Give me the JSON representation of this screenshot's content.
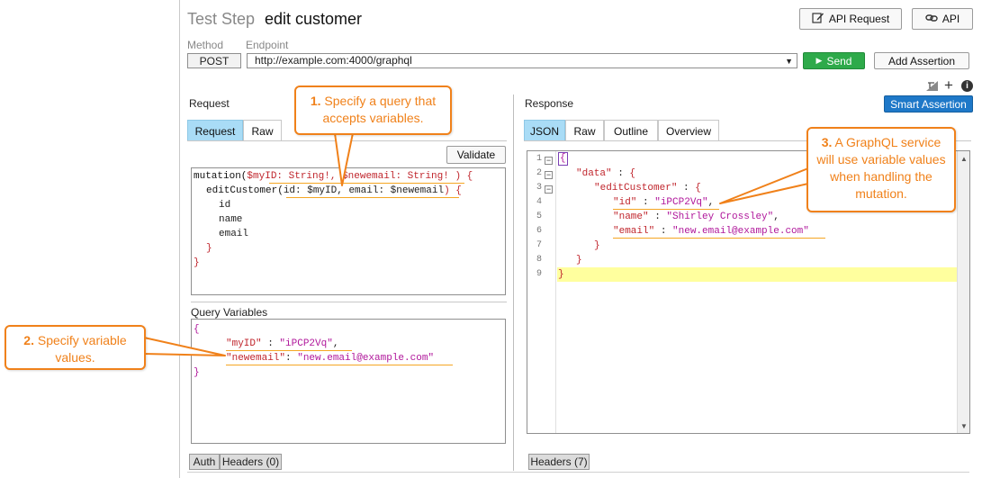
{
  "header": {
    "step_label": "Test Step",
    "step_name": "edit customer",
    "api_request_label": "API Request",
    "api_label": "API"
  },
  "request_line": {
    "method_label": "Method",
    "endpoint_label": "Endpoint",
    "method_value": "POST",
    "endpoint_value": "http://example.com:4000/graphql",
    "send_label": "Send",
    "add_assertion_label": "Add Assertion"
  },
  "request": {
    "section_title": "Request",
    "tabs": [
      "Request",
      "Raw"
    ],
    "validate_label": "Validate",
    "query_variables_label": "Query Variables",
    "bottom_tabs": [
      "Auth",
      "Headers (0)"
    ]
  },
  "response": {
    "section_title": "Response",
    "smart_assertion_label": "Smart Assertion",
    "tabs": [
      "JSON",
      "Raw",
      "Outline",
      "Overview"
    ],
    "line_numbers": [
      "1",
      "2",
      "3",
      "4",
      "5",
      "6",
      "7",
      "8",
      "9"
    ],
    "bottom_tabs": [
      "Headers (7)"
    ]
  },
  "callouts": {
    "c1_num": "1.",
    "c1_text": " Specify a query that accepts variables.",
    "c2_num": "2.",
    "c2_text": " Specify variable values.",
    "c3_num": "3.",
    "c3_text": " A GraphQL service will use variable values when handling the mutation."
  },
  "colors": {
    "callout": "#f0811a",
    "send_button": "#2eaa4a",
    "smart_assertion": "#1e78c8",
    "active_tab": "#a9dcf6",
    "highlight_line": "#ffff9e"
  }
}
